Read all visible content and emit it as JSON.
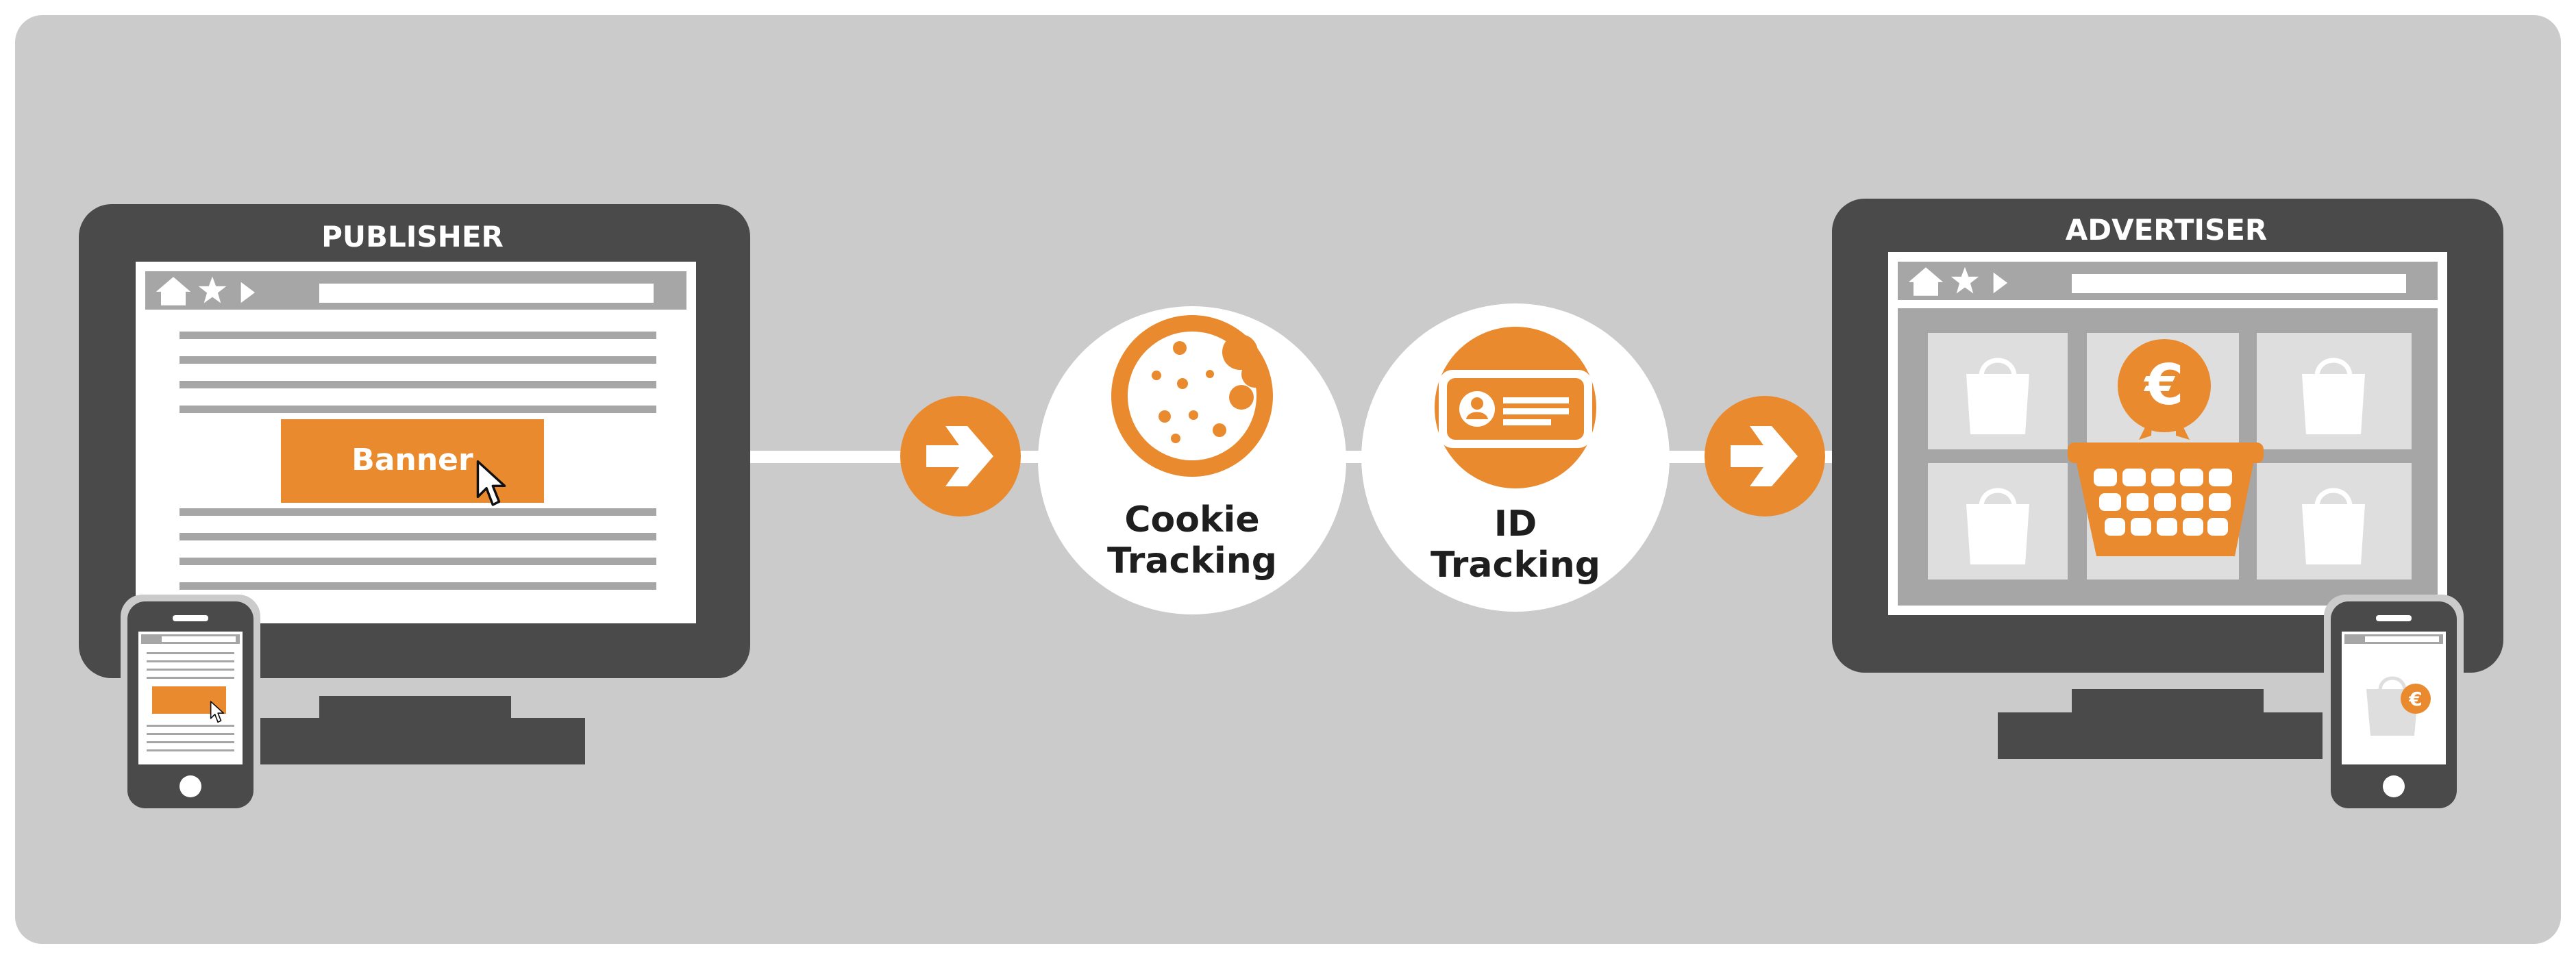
{
  "colors": {
    "panel": "#cbcbcb",
    "monitor": "#4a4a4a",
    "browser_gray": "#a6a6a6",
    "orange": "#ea8a2f",
    "white": "#ffffff",
    "tile": "#dedede",
    "text_dark": "#1e1e1e"
  },
  "publisher": {
    "title": "PUBLISHER",
    "banner_label": "Banner"
  },
  "advertiser": {
    "title": "ADVERTISER"
  },
  "cookie_tracking": {
    "line1": "Cookie",
    "line2": "Tracking"
  },
  "id_tracking": {
    "line1": "ID",
    "line2": "Tracking"
  },
  "currency_symbol": "€",
  "icons": [
    "home-icon",
    "star-icon",
    "play-icon",
    "cursor-icon",
    "arrow-right-icon",
    "cookie-icon",
    "id-card-icon",
    "shopping-bag-icon",
    "euro-coin-icon",
    "shopping-basket-icon",
    "smartphone-icon"
  ]
}
